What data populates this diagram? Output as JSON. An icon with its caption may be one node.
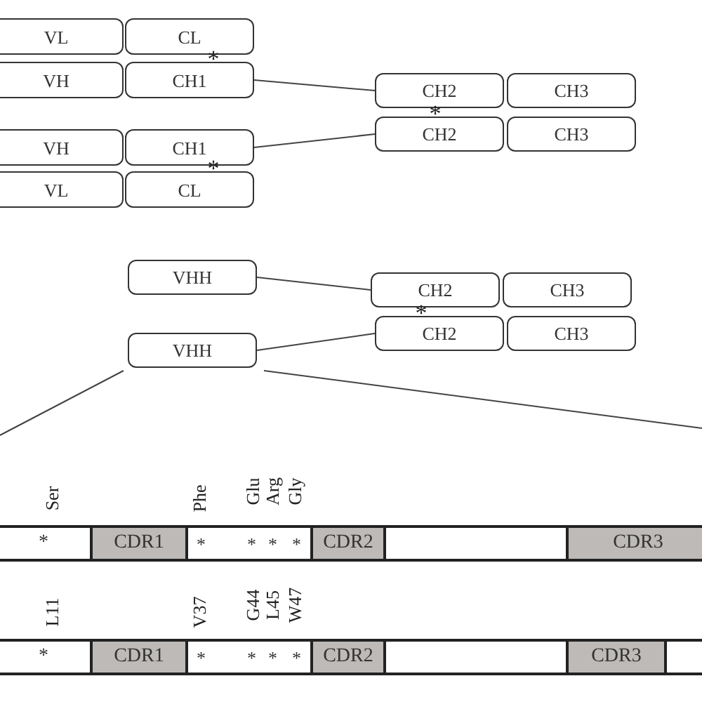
{
  "diagram": {
    "nodes": [
      {
        "text": [
          "VL"
        ]
      },
      {
        "text": [
          "CL"
        ]
      },
      {
        "text": [
          "VH"
        ]
      },
      {
        "text": [
          "CH1"
        ]
      },
      {
        "text": [
          "VH"
        ]
      },
      {
        "text": [
          "CH1"
        ]
      },
      {
        "text": [
          "VL"
        ]
      },
      {
        "text": [
          "CL"
        ]
      },
      {
        "text": [
          "CH2"
        ]
      },
      {
        "text": [
          "CH3"
        ]
      },
      {
        "text": [
          "CH2"
        ]
      },
      {
        "text": [
          "CH3"
        ]
      },
      {
        "text": [
          "VHH"
        ]
      },
      {
        "text": [
          "CH2"
        ]
      },
      {
        "text": [
          "CH3"
        ]
      },
      {
        "text": [
          "CH2"
        ]
      },
      {
        "text": [
          "CH3"
        ]
      },
      {
        "text": [
          "VHH"
        ]
      },
      {
        "text": [],
        "shape": "bar"
      },
      {
        "text": [
          "*"
        ],
        "in": 18
      },
      {
        "text": [
          "CDR1"
        ],
        "in": 18
      },
      {
        "text": [
          "*",
          "*",
          "*",
          "*"
        ],
        "in": 18
      },
      {
        "text": [
          "CDR2"
        ],
        "in": 18
      },
      {
        "text": [],
        "shape": "box",
        "in": 18
      },
      {
        "text": [
          "CDR3"
        ],
        "in": 18
      },
      {
        "text": [],
        "shape": "bar"
      },
      {
        "text": [
          "*"
        ],
        "in": 25
      },
      {
        "text": [
          "CDR1"
        ],
        "in": 25
      },
      {
        "text": [
          "*",
          "*",
          "*",
          "*"
        ],
        "in": 25
      },
      {
        "text": [
          "CDR2"
        ],
        "in": 25
      },
      {
        "text": [],
        "shape": "box",
        "in": 25
      },
      {
        "text": [
          "CDR3"
        ],
        "in": 25
      },
      {
        "text": [],
        "shape": "box",
        "in": 25
      }
    ],
    "edges": [
      {
        "from": 3,
        "to": 8,
        "arrow": "none"
      },
      {
        "from": 5,
        "to": 10,
        "arrow": "none"
      },
      {
        "from": 12,
        "to": 13,
        "arrow": "none"
      },
      {
        "from": 17,
        "to": 15,
        "arrow": "none"
      },
      {
        "from": 17,
        "to": null,
        "arrow": "none"
      },
      {
        "from": 17,
        "to": null,
        "arrow": "none"
      }
    ],
    "labels": [
      "*",
      "*",
      "*",
      "*",
      "Ser",
      "Phe",
      "Glu",
      "Arg",
      "Gly",
      "L11",
      "V37",
      "G44",
      "L45",
      "W47"
    ]
  }
}
